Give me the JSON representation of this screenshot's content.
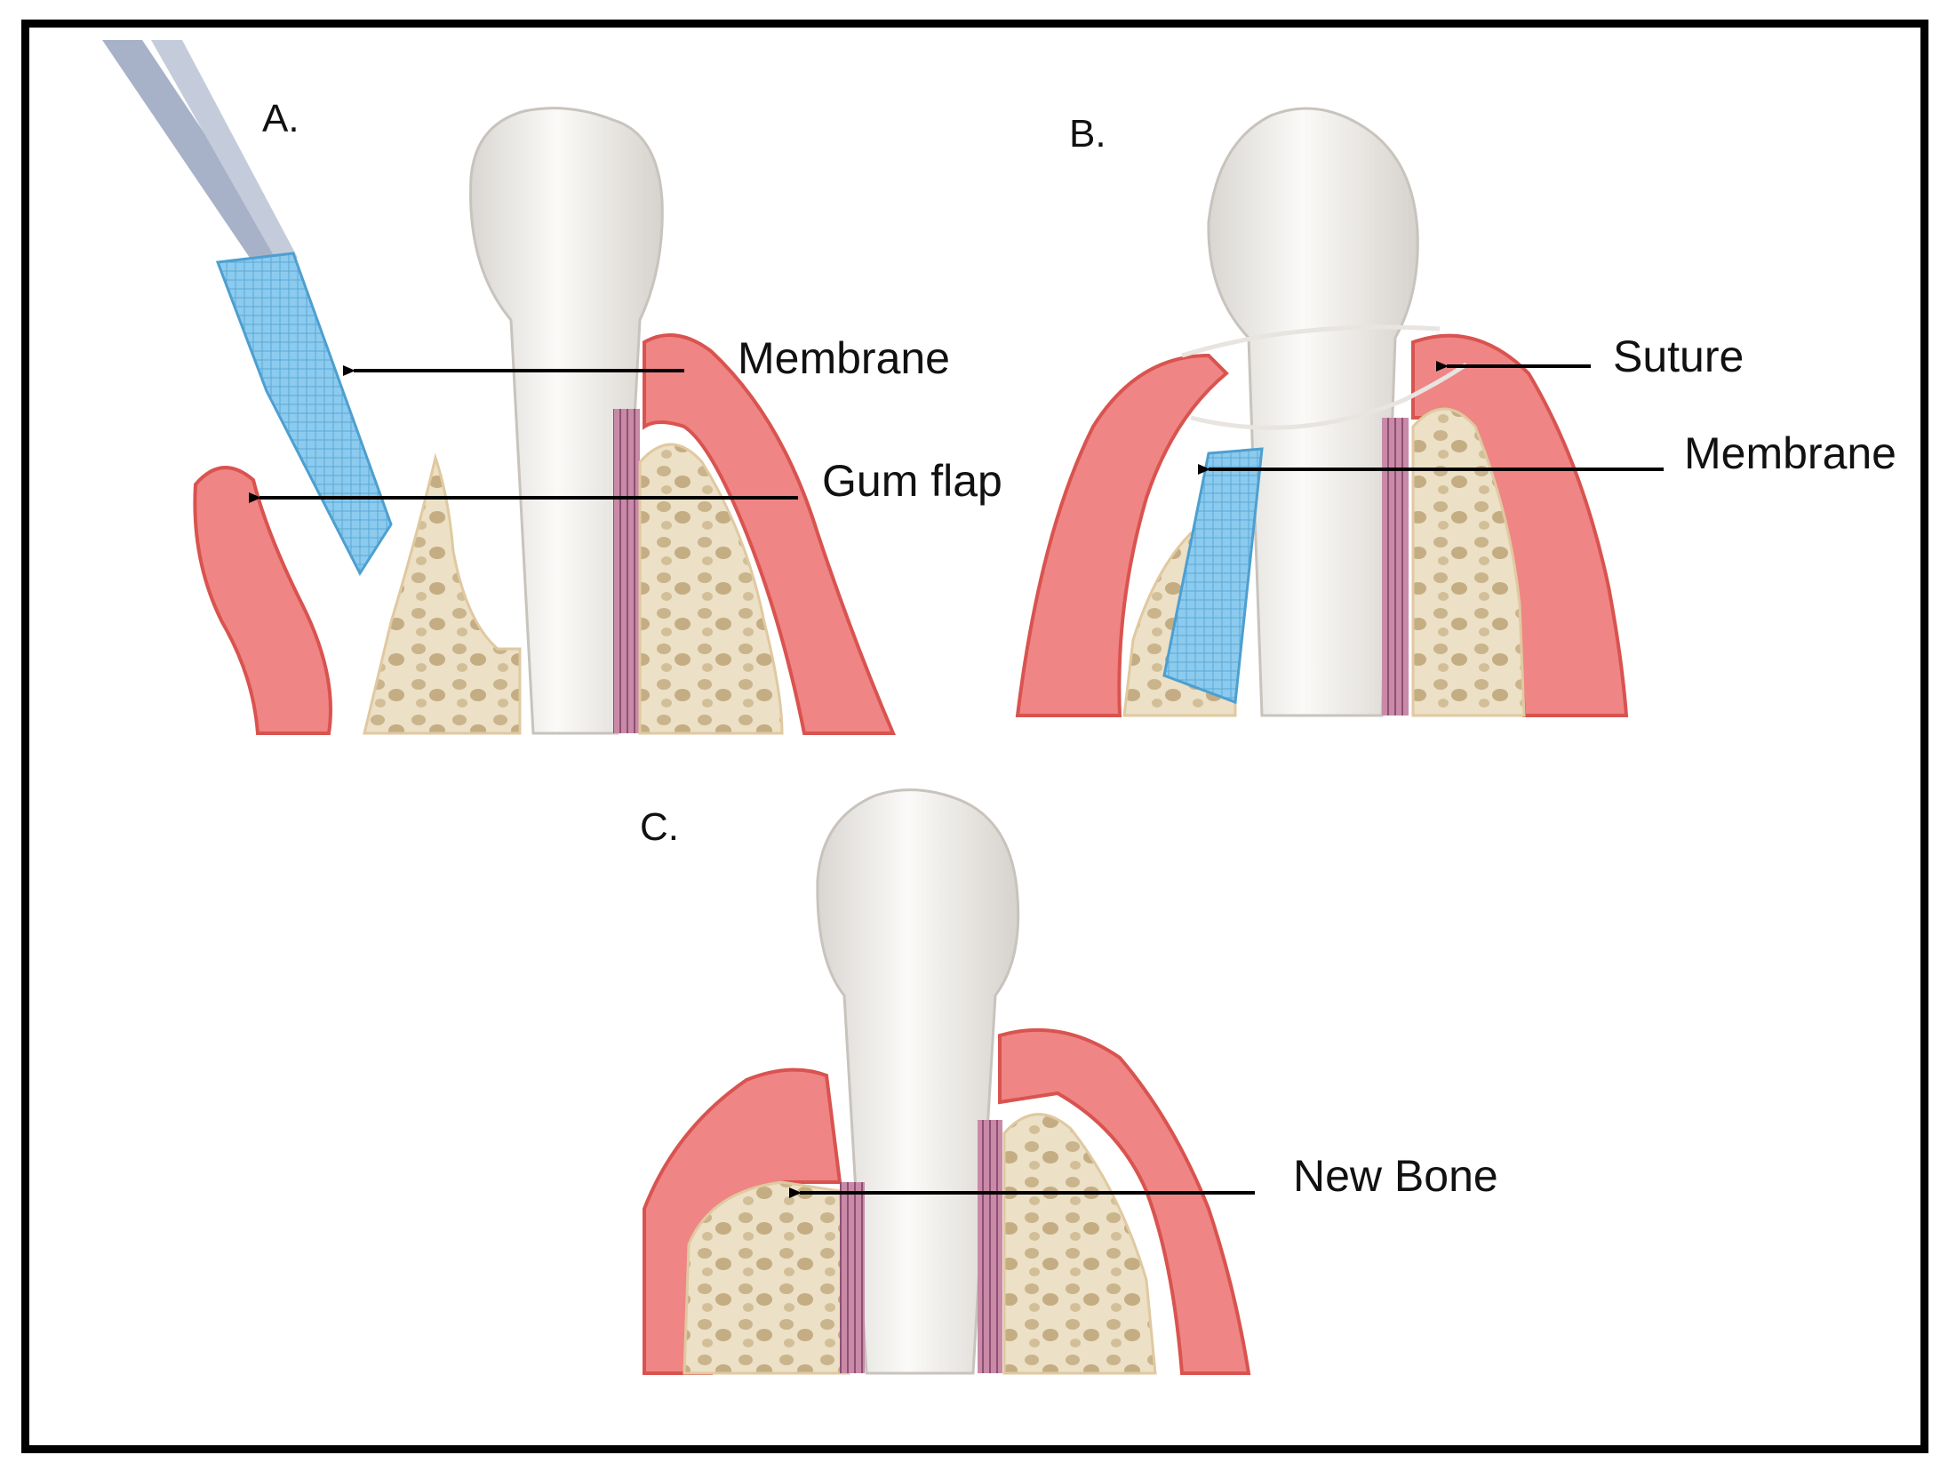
{
  "panels": {
    "a": {
      "label": "A."
    },
    "b": {
      "label": "B."
    },
    "c": {
      "label": "C."
    }
  },
  "callouts": {
    "a_membrane": "Membrane",
    "a_gum_flap": "Gum flap",
    "b_suture": "Suture",
    "b_membrane": "Membrane",
    "c_new_bone": "New Bone"
  },
  "colors": {
    "gum": "#ef8585",
    "gum_dark": "#d9534f",
    "bone": "#ece0c6",
    "bone_pore": "#c9b48c",
    "tooth": "#f3f1ee",
    "ligament": "#b9789a",
    "membrane": "#7fc3e8",
    "instrument": "#9aa6bf"
  }
}
